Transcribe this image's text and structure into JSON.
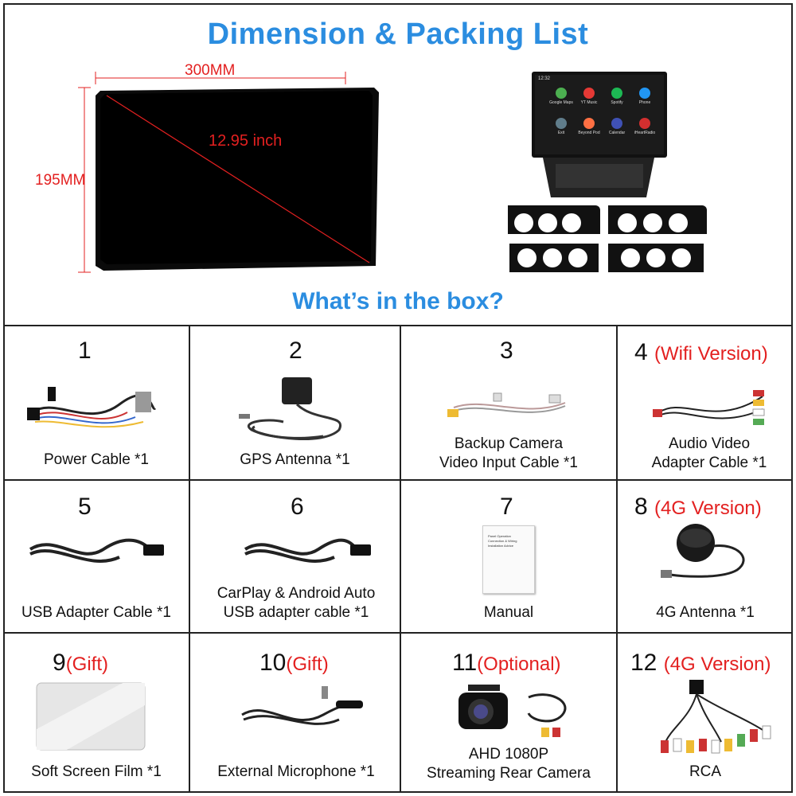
{
  "header": {
    "title": "Dimension & Packing List",
    "width_label": "300MM",
    "height_label": "195MM",
    "diagonal_label": "12.95 inch",
    "box_title": "What’s in the box?"
  },
  "device_screen": {
    "status_time": "12:32",
    "apps": [
      "Google Maps",
      "YT Music",
      "Spotify",
      "Phone",
      "Exit",
      "Beyond Pod",
      "Calendar",
      "iHeartRadio"
    ]
  },
  "items": [
    {
      "number": "1",
      "tag": "",
      "label_lines": [
        "Power Cable *1"
      ]
    },
    {
      "number": "2",
      "tag": "",
      "label_lines": [
        "GPS Antenna *1"
      ]
    },
    {
      "number": "3",
      "tag": "",
      "label_lines": [
        "Backup Camera",
        "Video Input Cable *1"
      ]
    },
    {
      "number": "4",
      "tag": "(Wifi Version)",
      "label_lines": [
        "Audio Video",
        "Adapter Cable *1"
      ]
    },
    {
      "number": "5",
      "tag": "",
      "label_lines": [
        "USB Adapter Cable *1"
      ]
    },
    {
      "number": "6",
      "tag": "",
      "label_lines": [
        "CarPlay & Android Auto",
        "USB adapter cable *1"
      ]
    },
    {
      "number": "7",
      "tag": "",
      "label_lines": [
        "Manual"
      ]
    },
    {
      "number": "8",
      "tag": "(4G Version)",
      "label_lines": [
        "4G Antenna *1"
      ]
    },
    {
      "number": "9",
      "tag": "(Gift)",
      "label_lines": [
        "Soft Screen Film *1"
      ]
    },
    {
      "number": "10",
      "tag": "(Gift)",
      "label_lines": [
        "External Microphone *1"
      ]
    },
    {
      "number": "11",
      "tag": "(Optional)",
      "label_lines": [
        "AHD 1080P",
        "Streaming Rear Camera"
      ]
    },
    {
      "number": "12",
      "tag": "(4G Version)",
      "label_lines": [
        "RCA"
      ]
    }
  ],
  "manual_text": [
    "Panel Operation",
    "Connection & Wiring",
    "Installation Advice"
  ],
  "colors": {
    "title_blue": "#2b8de0",
    "tag_red": "#e32020"
  }
}
